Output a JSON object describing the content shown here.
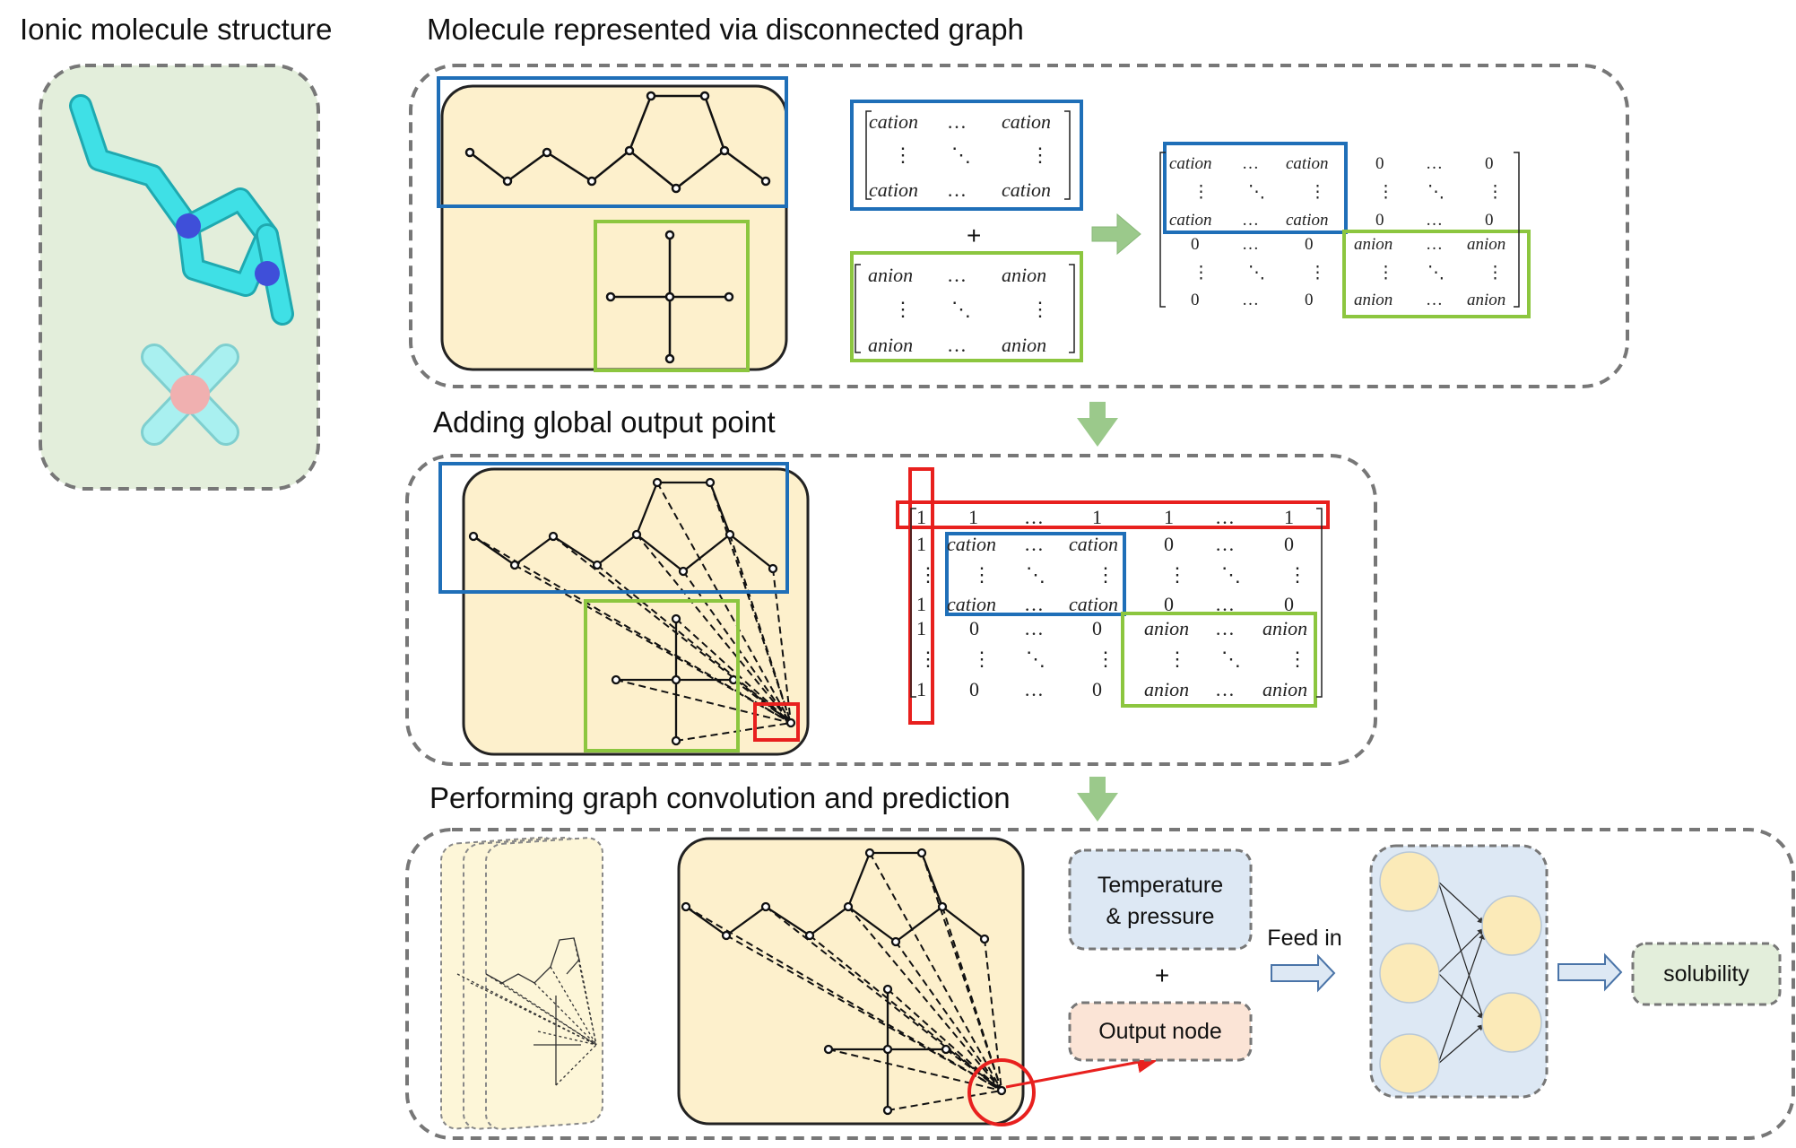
{
  "titles": {
    "ionic": "Ionic molecule structure",
    "disconnected": "Molecule represented via disconnected graph",
    "global": "Adding global output point",
    "convolution": "Performing graph convolution and prediction"
  },
  "matrix_terms": {
    "cation": "cation",
    "anion": "anion",
    "zero": "0",
    "one": "1",
    "hdots": "…",
    "vdots": "⋮",
    "ddots": "⋱",
    "plus": "+"
  },
  "prediction": {
    "temperature_line1": "Temperature",
    "temperature_line2": "& pressure",
    "plus": "+",
    "output_node": "Output node",
    "feed_in": "Feed in",
    "solubility": "solubility"
  },
  "colors": {
    "cation_box": "#1f6fb8",
    "anion_box": "#8cc63f",
    "global_box": "#e8201e",
    "graph_panel": "#fdf0cc",
    "molecule_panel": "#e3eedb",
    "nn_panel": "#dde8f4",
    "temp_box": "#dde8f4",
    "output_box": "#fbe4d6",
    "solubility_box": "#e3eedb",
    "arrow_green": "#9bc98b",
    "cation_atoms": "#3fe0e6",
    "nitrogen_atoms": "#3f4fd9",
    "boron_atom": "#f0b0b0",
    "fluorine_atoms": "#a9f0f0"
  },
  "icons": [
    "molecule-3d-icon",
    "down-arrow-icon",
    "right-arrow-icon",
    "neuron-icon"
  ]
}
